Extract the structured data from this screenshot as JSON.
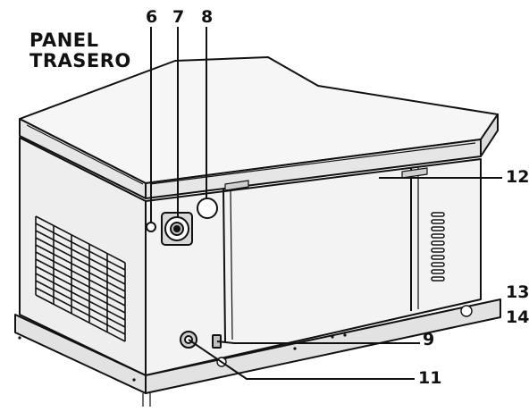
{
  "title": {
    "line1": "PANEL",
    "line2": "TRASERO"
  },
  "callouts": {
    "c6": "6",
    "c7": "7",
    "c8": "8",
    "c9": "9",
    "c11": "11",
    "c12": "12",
    "c13": "13",
    "c14": "14"
  },
  "colors": {
    "line": "#111111",
    "body": "#f2f2f2",
    "top": "#f7f7f7",
    "side": "#e9e9e9"
  }
}
